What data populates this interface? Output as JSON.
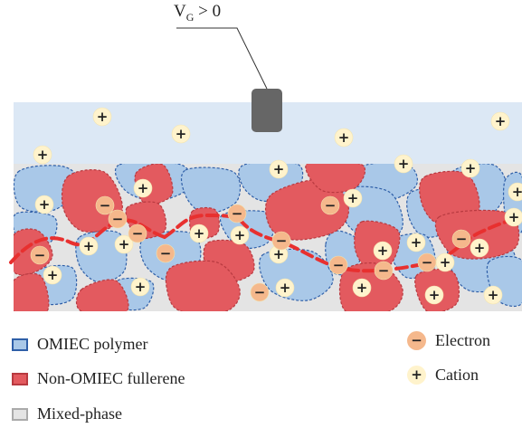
{
  "gate_label": {
    "base": "V",
    "sub": "G",
    "rest": " > 0"
  },
  "legend": {
    "omiec": "OMIEC polymer",
    "non_omiec": "Non-OMIEC fullerene",
    "mixed": "Mixed-phase",
    "electron": "Electron",
    "cation": "Cation"
  },
  "symbols": {
    "cation": "+",
    "electron": "−"
  },
  "colors": {
    "electrolyte": "#dce8f5",
    "mixed_phase": "#e4e4e4",
    "omiec_fill": "#a9c8e8",
    "omiec_border": "#2f5fa8",
    "fullerene_fill": "#e35a5f",
    "fullerene_border": "#b83a40",
    "gate": "#666666",
    "electron_path": "#e8302f",
    "cation_fill": "#fff3cc",
    "electron_fill": "#f5b88c"
  },
  "icons": [
    "gate-electrode-icon",
    "cation-icon",
    "electron-icon"
  ]
}
